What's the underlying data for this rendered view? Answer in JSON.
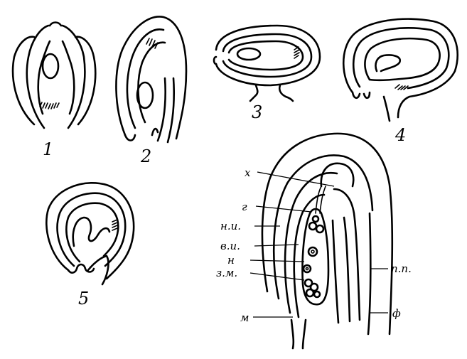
{
  "figures": [
    {
      "id": "ovule-1",
      "number": "1"
    },
    {
      "id": "ovule-2",
      "number": "2"
    },
    {
      "id": "ovule-3",
      "number": "3"
    },
    {
      "id": "ovule-4",
      "number": "4"
    },
    {
      "id": "ovule-5",
      "number": "5"
    },
    {
      "id": "ovule-detail",
      "number": ""
    }
  ],
  "labels": {
    "chalaza": "х",
    "synergids": "г",
    "outer_integument": "н.и.",
    "inner_integument": "в.и.",
    "nucellus": "н",
    "embryo_sac": "з.м.",
    "micropyle": "м",
    "funicle_bundle": "п.п.",
    "funicle": "ф"
  }
}
